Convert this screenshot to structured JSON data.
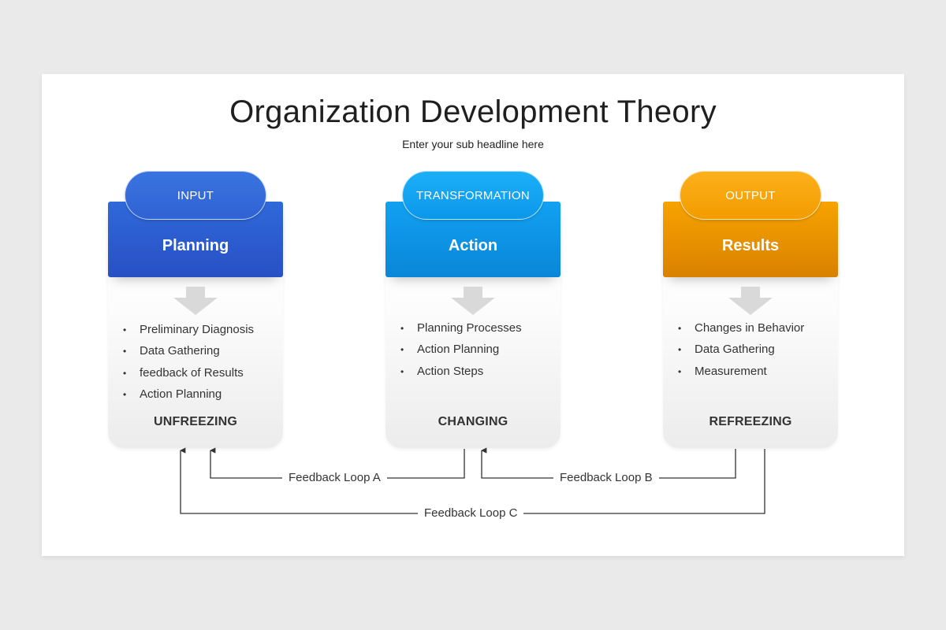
{
  "title": "Organization Development Theory",
  "subtitle": "Enter your sub headline here",
  "cards": [
    {
      "tag": "INPUT",
      "heading": "Planning",
      "items": [
        "Preliminary Diagnosis",
        "Data Gathering",
        "feedback of Results",
        "Action Planning"
      ],
      "stage": "UNFREEZING",
      "color": "#2e62d6"
    },
    {
      "tag": "TRANSFORMATION",
      "heading": "Action",
      "items": [
        "Planning Processes",
        "Action Planning",
        "Action Steps"
      ],
      "stage": "CHANGING",
      "color": "#0d97e8"
    },
    {
      "tag": "OUTPUT",
      "heading": "Results",
      "items": [
        "Changes in Behavior",
        "Data Gathering",
        "Measurement"
      ],
      "stage": "REFREEZING",
      "color": "#f09a00"
    }
  ],
  "loops": {
    "a": "Feedback Loop A",
    "b": "Feedback Loop B",
    "c": "Feedback Loop C"
  },
  "bullet_glyph": "•"
}
